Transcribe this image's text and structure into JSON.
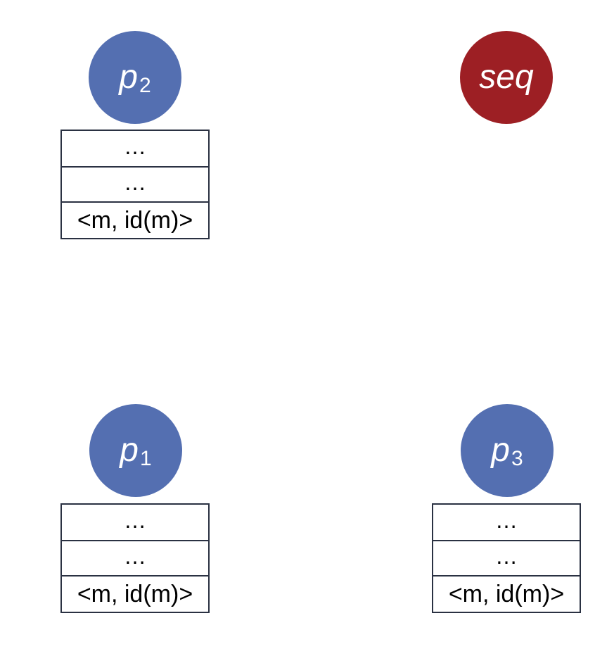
{
  "nodes": {
    "p2": {
      "symbol": "p",
      "subscript": "2",
      "color": "#546fb1"
    },
    "seq": {
      "label": "seq",
      "color": "#9d1f24"
    },
    "p1": {
      "symbol": "p",
      "subscript": "1",
      "color": "#546fb1"
    },
    "p3": {
      "symbol": "p",
      "subscript": "3",
      "color": "#546fb1"
    }
  },
  "queues": {
    "p2": [
      "…",
      "…",
      "<m, id(m)>"
    ],
    "p1": [
      "…",
      "…",
      "<m, id(m)>"
    ],
    "p3": [
      "…",
      "…",
      "<m, id(m)>"
    ]
  },
  "colors": {
    "process": "#546fb1",
    "sequencer": "#9d1f24",
    "queue_border": "#2a3142"
  }
}
